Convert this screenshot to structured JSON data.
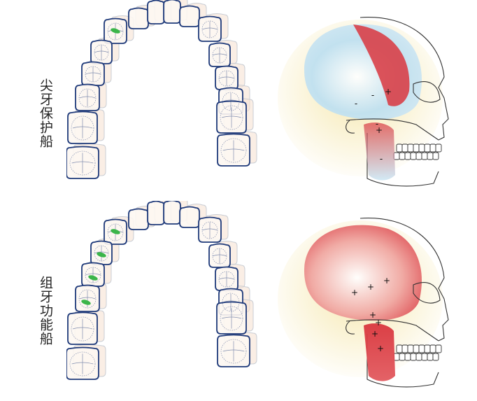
{
  "panels": [
    {
      "label": "尖牙保护船",
      "signs": [
        "+",
        "-",
        "-",
        "-",
        "+",
        "-"
      ],
      "guidance_contacts": 1
    },
    {
      "label": "组牙功能船",
      "signs": [
        "+",
        "+",
        "+",
        "+",
        "+",
        "+",
        "+"
      ],
      "guidance_contacts": 4
    }
  ],
  "colors": {
    "tooth_outline": "#1f3a7a",
    "tooth_fill": "#f6e3d4",
    "shadow_tooth": "#c9cdd4",
    "contact": "#3bb54a",
    "muscle_active": "#d9363e",
    "muscle_inactive": "#bfe0f0",
    "skull_glow": "#f5e6a8"
  }
}
